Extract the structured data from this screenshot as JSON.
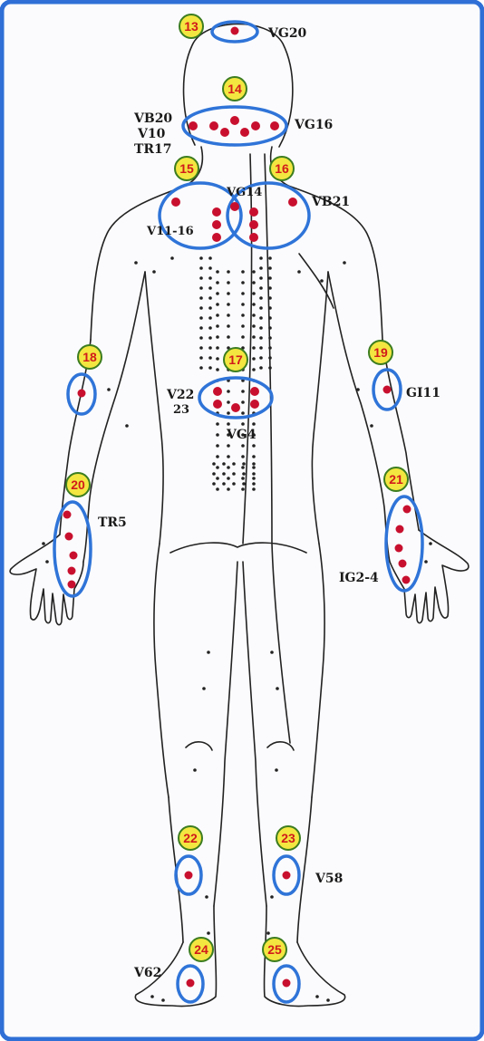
{
  "colors": {
    "frame": "#2f6fd6",
    "panel": "#fbfbfd",
    "outline": "#222222",
    "ring": "#2f74d8",
    "point": "#c8102e",
    "badge_fill": "#f3e640",
    "badge_stroke": "#3c7d1f",
    "badge_text": "#d11a1a"
  },
  "badges": [
    "13",
    "14",
    "15",
    "16",
    "17",
    "18",
    "19",
    "20",
    "21",
    "22",
    "23",
    "24",
    "25"
  ],
  "labels": {
    "vg20": "VG20",
    "vb20": "VB20",
    "v10": "V10",
    "tr17": "TR17",
    "vg16": "VG16",
    "vg14": "VG14",
    "vb21": "VB21",
    "v11_16": "V11-16",
    "v22": "V22",
    "v23": "23",
    "vg4": "VG4",
    "gi11": "GI11",
    "tr5": "TR5",
    "ig2_4": "IG2-4",
    "v58": "V58",
    "v62": "V62"
  }
}
